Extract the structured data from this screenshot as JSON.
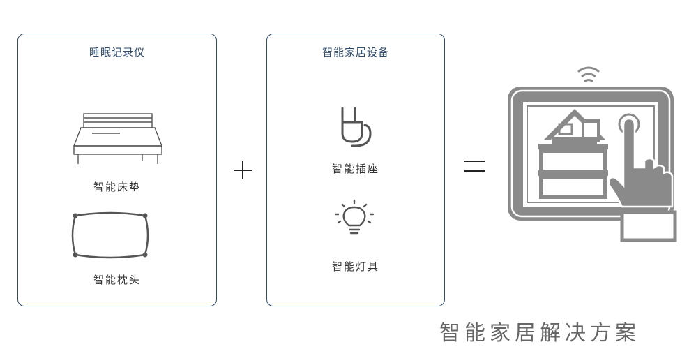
{
  "left_panel": {
    "title": "睡眠记录仪",
    "items": [
      {
        "label": "智能床垫",
        "icon": "bed-icon"
      },
      {
        "label": "智能枕头",
        "icon": "pillow-icon"
      }
    ]
  },
  "middle_panel": {
    "title": "智能家居设备",
    "items": [
      {
        "label": "智能插座",
        "icon": "plug-icon"
      },
      {
        "label": "智能灯具",
        "icon": "light-bulb-icon"
      }
    ]
  },
  "operators": {
    "plus": "+",
    "equals": "="
  },
  "result": {
    "icon": "smart-home-tablet-icon",
    "caption": "智能家居解决方案"
  },
  "colors": {
    "border": "#2f4a6b",
    "icon_gray": "#8a8a8a",
    "text": "#333333"
  }
}
